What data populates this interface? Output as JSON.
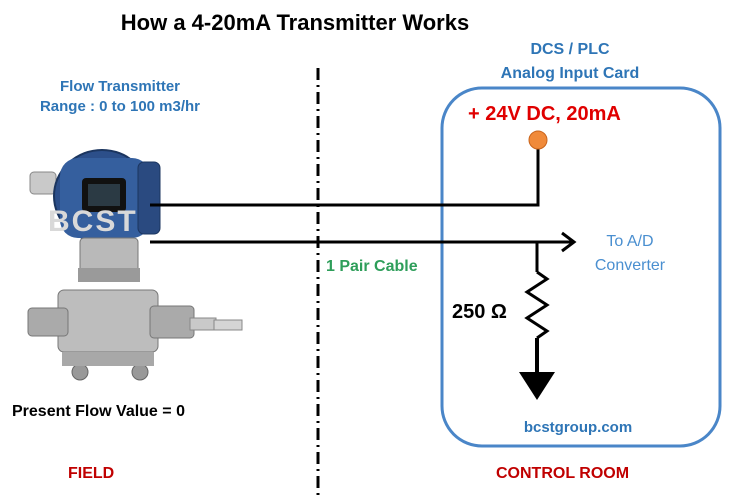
{
  "title": "How a 4-20mA Transmitter Works",
  "transmitter": {
    "label": "Flow Transmitter",
    "range": "Range : 0 to 100 m3/hr",
    "watermark": "BCST"
  },
  "dcs": {
    "line1": "DCS / PLC",
    "line2": "Analog Input Card"
  },
  "supply": "+ 24V DC, 20mA",
  "cable": "1 Pair Cable",
  "ad": {
    "line1": "To A/D",
    "line2": "Converter"
  },
  "resistor": "250 Ω",
  "flow_value": "Present Flow Value = 0",
  "website": "bcstgroup.com",
  "zones": {
    "field": "FIELD",
    "control_room": "CONTROL ROOM"
  },
  "colors": {
    "wire": "#000000",
    "card_border": "#4a86c8",
    "supply_dot": "#f08a3a",
    "zone_text": "#c00000",
    "cable_text": "#2e9e5a"
  }
}
